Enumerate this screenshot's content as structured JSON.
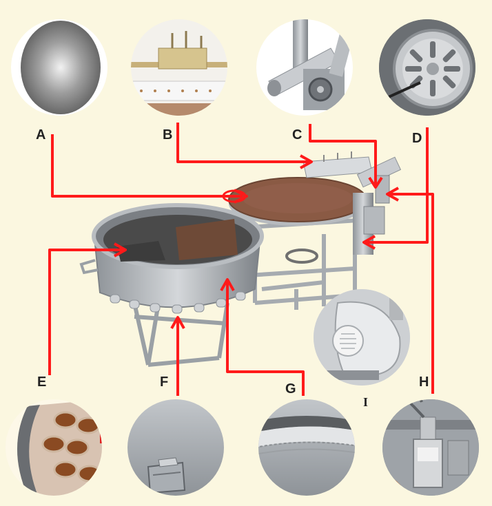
{
  "labels": {
    "a": "A",
    "b": "B",
    "c": "C",
    "d": "D",
    "e": "E",
    "f": "F",
    "g": "G",
    "h": "H",
    "i": "I"
  },
  "colors": {
    "background": "#fbf7e0",
    "arrow": "#ff1a1a",
    "steel": "#a9adb2",
    "copper_plate": "#8a5a44"
  },
  "icons": [
    "circular-steel-plate",
    "adjustable-scraper",
    "gear-reducer",
    "motor-fan-cover",
    "perforated-liner",
    "discharge-door",
    "rolled-rim",
    "centrifugal-blower",
    "limit-switch"
  ]
}
